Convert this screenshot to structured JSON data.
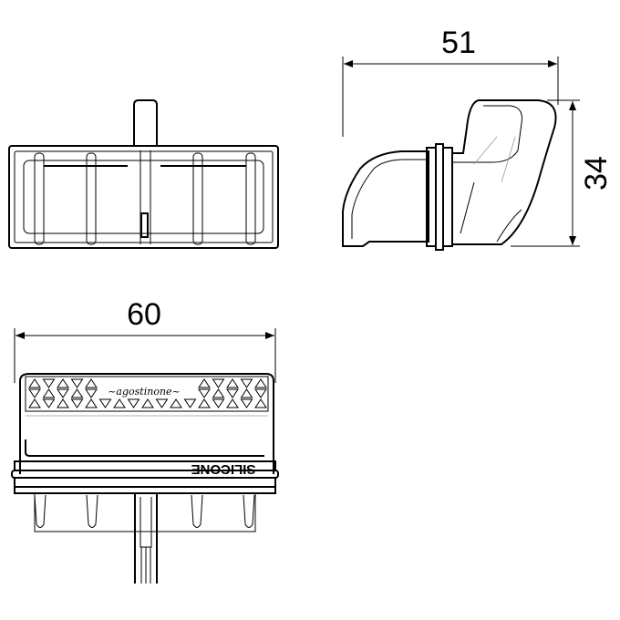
{
  "dimensions": {
    "depth": "51",
    "height": "34",
    "width": "60"
  },
  "labels": {
    "material": "SILICONE",
    "logo": "agostinone"
  },
  "colors": {
    "line": "#000000",
    "hidden_line": "#999999",
    "background": "#ffffff"
  }
}
